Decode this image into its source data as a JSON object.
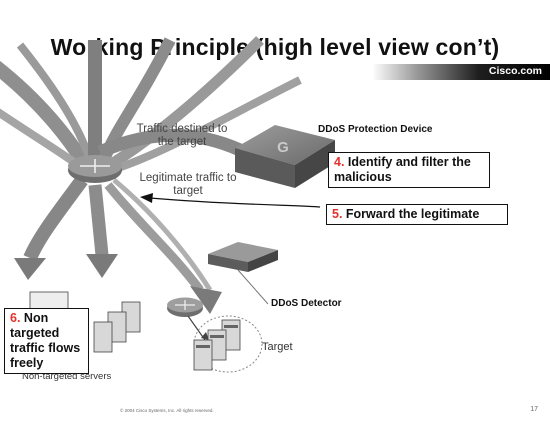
{
  "title": "Working  Principle (high level view con’t)",
  "brand": "Cisco.com",
  "labels": {
    "traffic_destined": "Traffic destined to the target",
    "legitimate_traffic": "Legitimate traffic to target",
    "protection_device": "DDoS Protection Device",
    "detector": "DDoS Detector",
    "target": "Target",
    "non_targeted_servers": "Non-targeted servers"
  },
  "callouts": {
    "identify": {
      "num": "4.",
      "text": " Identify and filter the malicious"
    },
    "forward": {
      "num": "5.",
      "text": " Forward the legitimate"
    },
    "non_targeted": {
      "num": "6.",
      "text": " Non targeted traffic flows freely"
    }
  },
  "device_letter": "G",
  "footer": {
    "copyright": "© 2004 Cisco Systems, Inc. All rights reserved.",
    "page_number": "17"
  },
  "colors": {
    "callout_number": "#e3322b",
    "traffic_stream": "#8a8a8a"
  }
}
